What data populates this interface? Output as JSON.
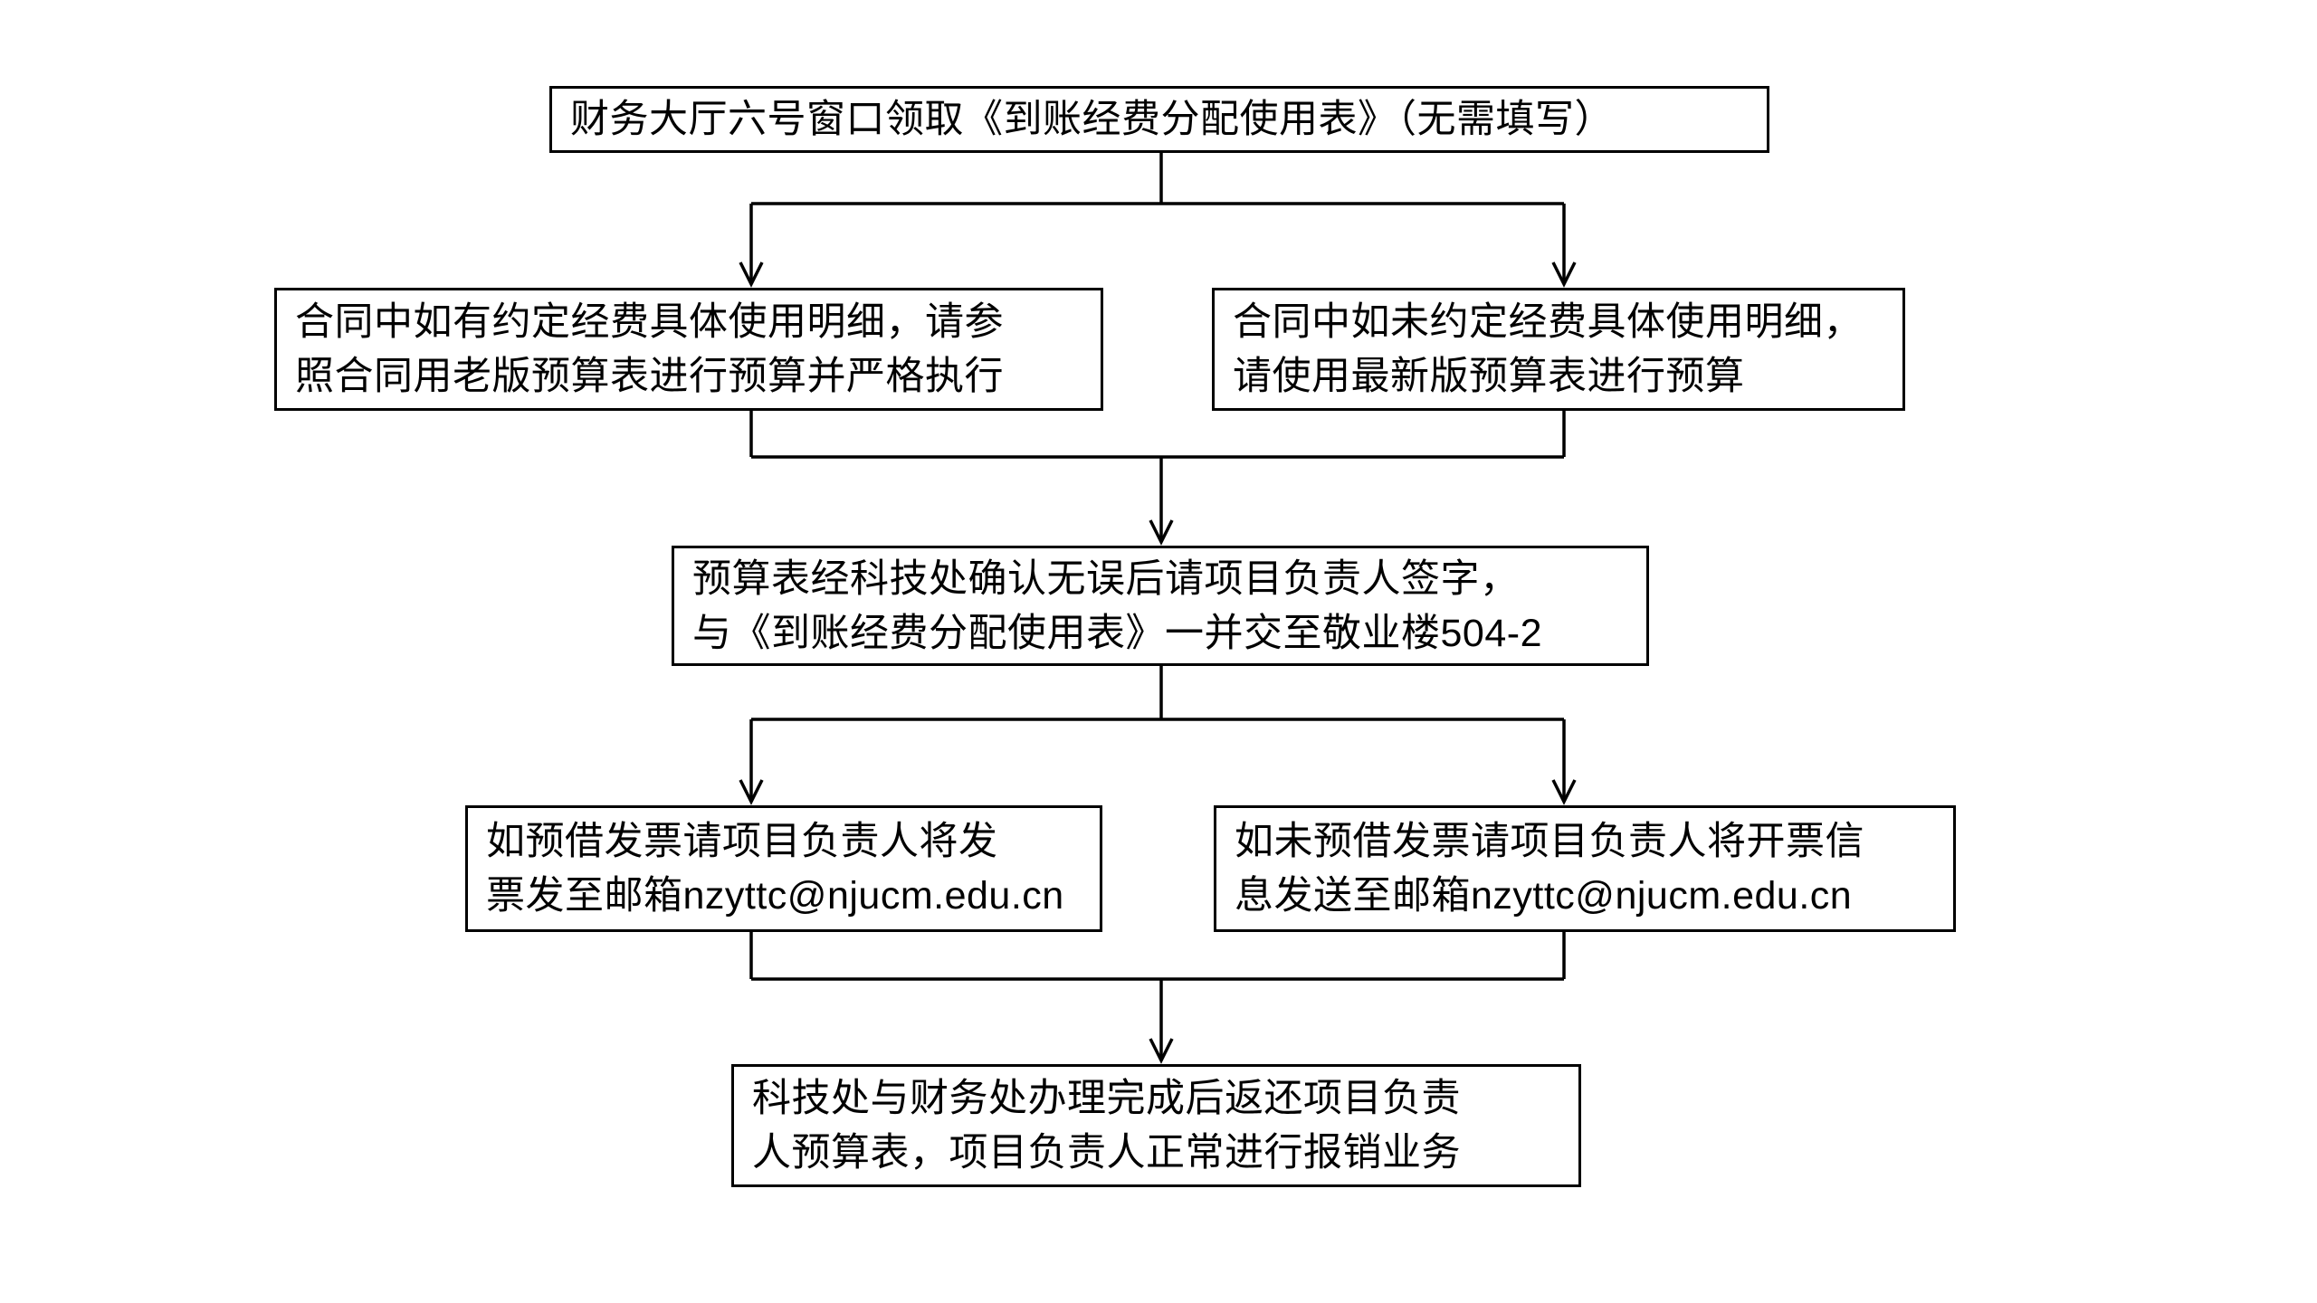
{
  "flowchart": {
    "nodes": [
      {
        "id": "start",
        "lines": [
          "财务大厅六号窗口领取《到账经费分配使用表》（无需填写）"
        ]
      },
      {
        "id": "contract-has-detail",
        "lines": [
          "合同中如有约定经费具体使用明细，请参",
          "照合同用老版预算表进行预算并严格执行"
        ]
      },
      {
        "id": "contract-no-detail",
        "lines": [
          "合同中如未约定经费具体使用明细，",
          "请使用最新版预算表进行预算"
        ]
      },
      {
        "id": "confirm-and-sign",
        "lines": [
          "预算表经科技处确认无误后请项目负责人签字，",
          "与《到账经费分配使用表》一并交至敬业楼504-2"
        ]
      },
      {
        "id": "invoice-preborrowed",
        "lines": [
          "如预借发票请项目负责人将发",
          "票发至邮箱nzyttc@njucm.edu.cn"
        ]
      },
      {
        "id": "invoice-not-preborrowed",
        "lines": [
          "如未预借发票请项目负责人将开票信",
          "息发送至邮箱nzyttc@njucm.edu.cn"
        ]
      },
      {
        "id": "final-reimbursement",
        "lines": [
          "科技处与财务处办理完成后返还项目负责",
          "人预算表，项目负责人正常进行报销业务"
        ]
      }
    ],
    "edges": [
      {
        "from": "start",
        "to": [
          "contract-has-detail",
          "contract-no-detail"
        ]
      },
      {
        "from": [
          "contract-has-detail",
          "contract-no-detail"
        ],
        "to": "confirm-and-sign"
      },
      {
        "from": "confirm-and-sign",
        "to": [
          "invoice-preborrowed",
          "invoice-not-preborrowed"
        ]
      },
      {
        "from": [
          "invoice-preborrowed",
          "invoice-not-preborrowed"
        ],
        "to": "final-reimbursement"
      }
    ],
    "email": "nzyttc@njucm.edu.cn",
    "room": "敬业楼504-2",
    "colors": {
      "line": "#000000",
      "text": "#000000",
      "box_background": "#ffffff",
      "page_background": "#ffffff"
    }
  }
}
